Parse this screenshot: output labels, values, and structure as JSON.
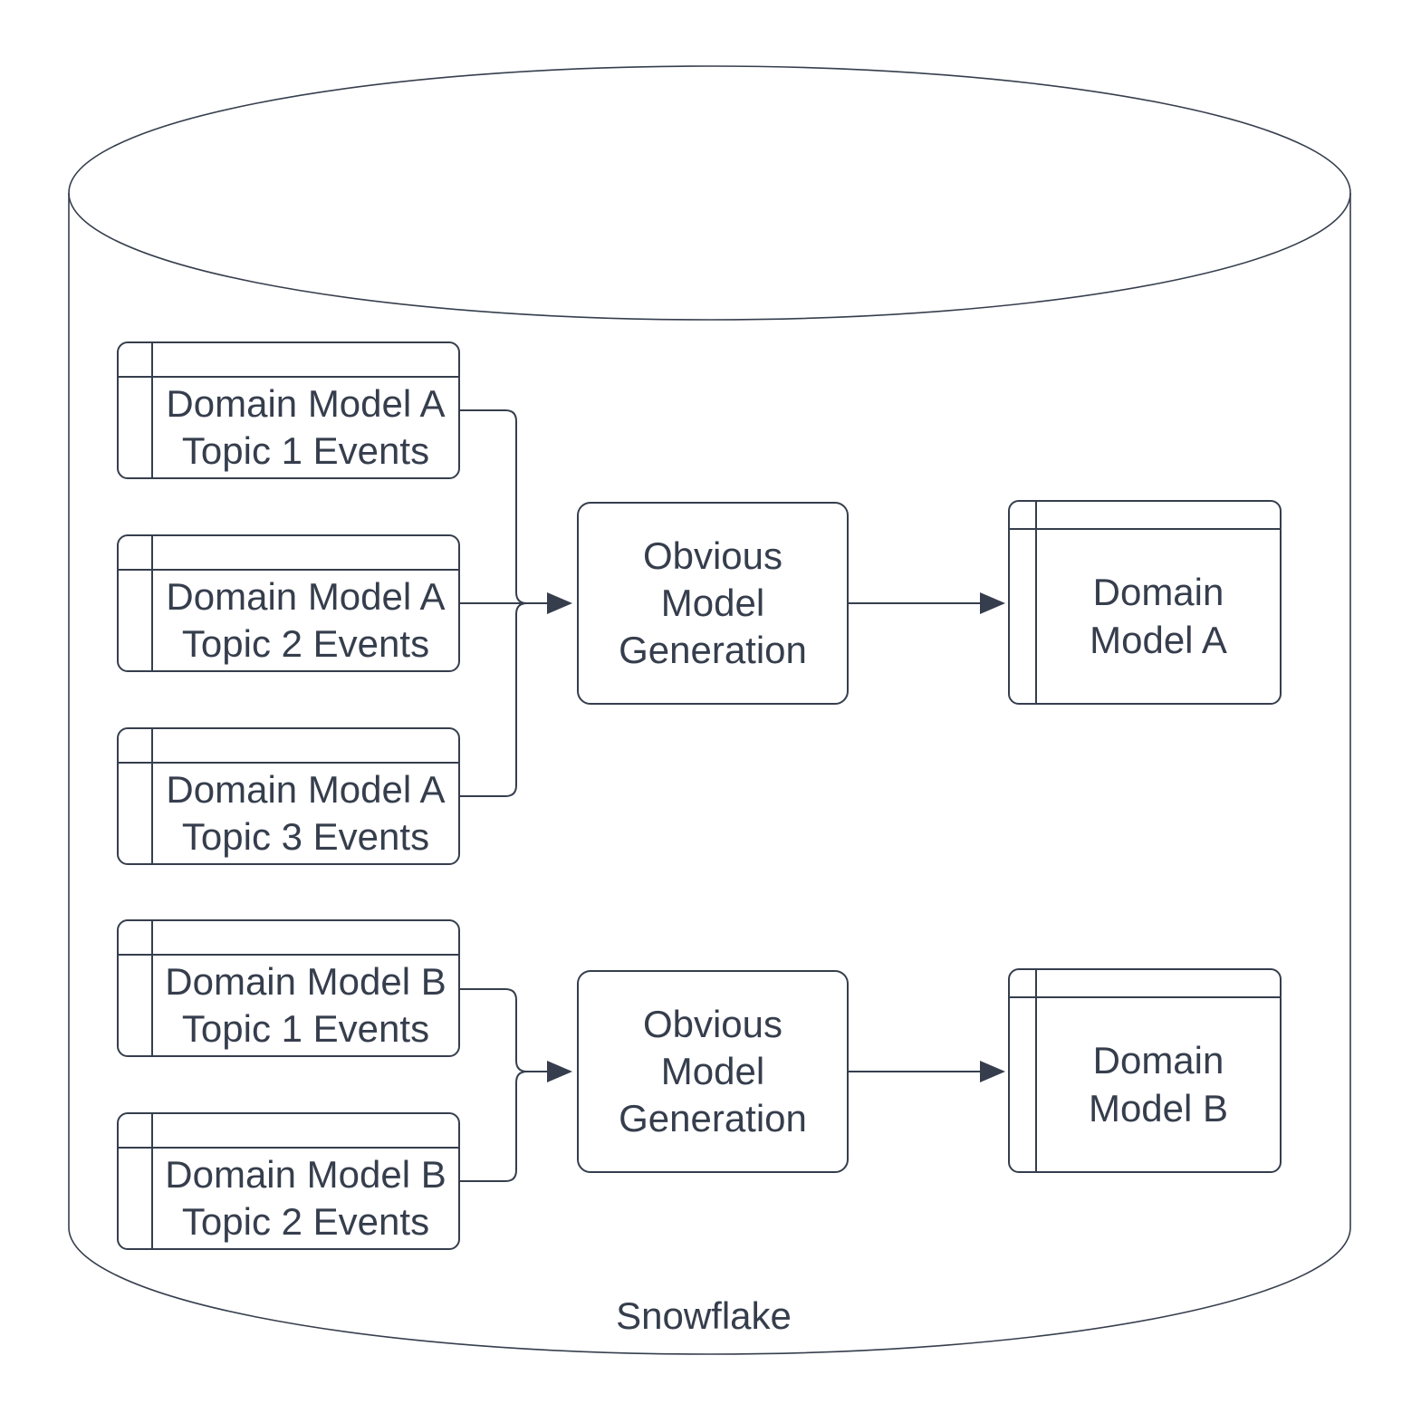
{
  "colors": {
    "stroke": "#363e4d",
    "background": "#ffffff",
    "text": "#363e4d"
  },
  "cylinder": {
    "label": "Snowflake"
  },
  "flows": [
    {
      "id": "A",
      "sources": [
        {
          "label": "Domain Model A\nTopic 1 Events"
        },
        {
          "label": "Domain Model A\nTopic 2 Events"
        },
        {
          "label": "Domain Model A\nTopic 3 Events"
        }
      ],
      "process": {
        "label": "Obvious\nModel\nGeneration"
      },
      "output": {
        "label": "Domain\nModel A"
      }
    },
    {
      "id": "B",
      "sources": [
        {
          "label": "Domain Model B\nTopic 1 Events"
        },
        {
          "label": "Domain Model B\nTopic 2 Events"
        }
      ],
      "process": {
        "label": "Obvious\nModel\nGeneration"
      },
      "output": {
        "label": "Domain\nModel B"
      }
    }
  ]
}
